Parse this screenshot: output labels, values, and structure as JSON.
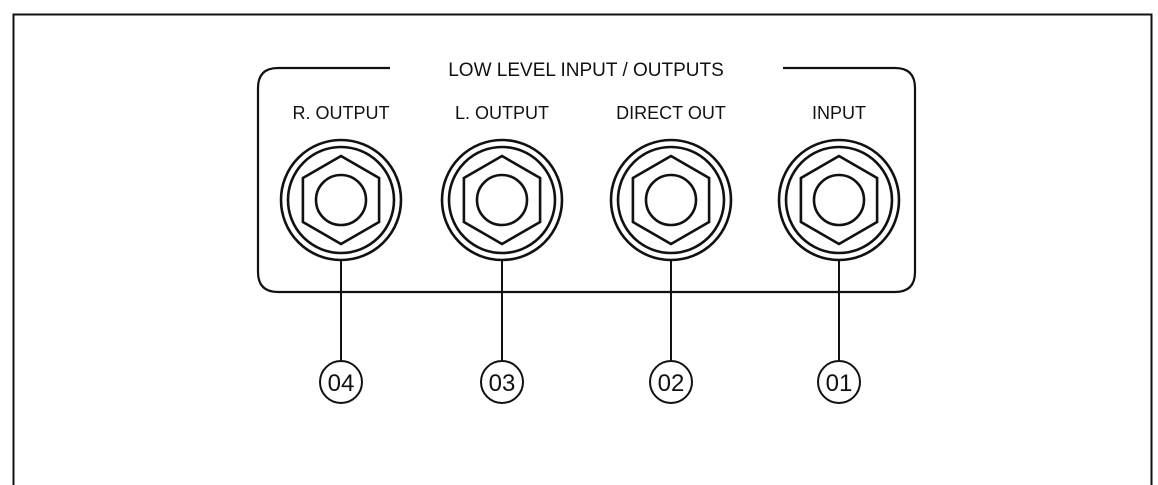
{
  "panel": {
    "title": "LOW LEVEL INPUT / OUTPUTS"
  },
  "jacks": [
    {
      "label": "R. OUTPUT",
      "number": "04"
    },
    {
      "label": "L. OUTPUT",
      "number": "03"
    },
    {
      "label": "DIRECT OUT",
      "number": "02"
    },
    {
      "label": "INPUT",
      "number": "01"
    }
  ],
  "colors": {
    "ink": "#111111",
    "background": "#ffffff"
  }
}
